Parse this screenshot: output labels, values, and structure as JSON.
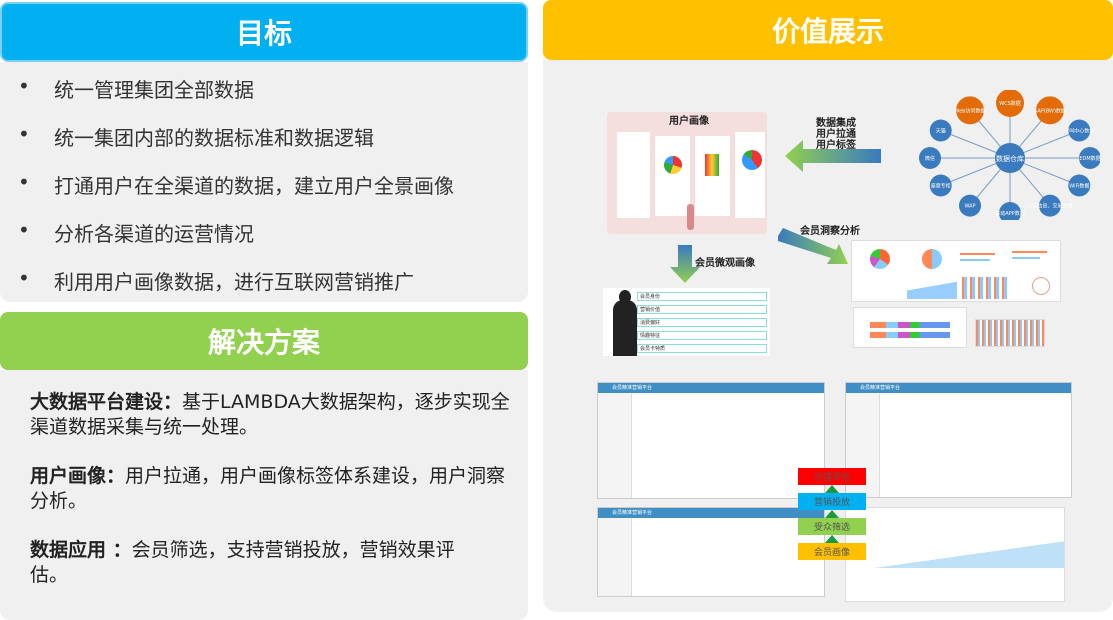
{
  "goal": {
    "title": "目标",
    "color": "#00b0f0",
    "bullets": [
      "统一管理集团全部数据",
      "统一集团内部的数据标准和数据逻辑",
      "打通用户在全渠道的数据，建立用户全景画像",
      "分析各渠道的运营情况",
      "利用用户画像数据，进行互联网营销推广"
    ]
  },
  "solution": {
    "title": "解决方案",
    "color": "#92d050",
    "items": [
      {
        "head": "大数据平台建设：",
        "body": "基于LAMBDA大数据架构，逐步实现全渠道数据采集与统一处理。"
      },
      {
        "head": "用户画像：",
        "body": "用户拉通，用户画像标签体系建设，用户洞察分析。"
      },
      {
        "head": "数据应用 ：",
        "body": "会员筛选，支持营销投放，营销效果评估。"
      }
    ]
  },
  "value": {
    "title": "价值展示",
    "color": "#ffc000",
    "portrait_title": "用户画像",
    "integration_label": [
      "数据集成",
      "用户拉通",
      "用户标签"
    ],
    "insight_label": "会员洞察分析",
    "micro_label": "会员微观画像",
    "hub": "数据仓库",
    "nodes": [
      {
        "t": "Web访问数据",
        "c": "#e36c09"
      },
      {
        "t": "WCS数据",
        "c": "#e36c09"
      },
      {
        "t": "SAP(BW)数据",
        "c": "#e36c09"
      },
      {
        "t": "呼叫中心数据",
        "c": "#3a7abf"
      },
      {
        "t": "EDM数据",
        "c": "#3a7abf"
      },
      {
        "t": "WiFi数据",
        "c": "#3a7abf"
      },
      {
        "t": "门店信息、交易数据",
        "c": "#3a7abf"
      },
      {
        "t": "移动APP数据",
        "c": "#3a7abf"
      },
      {
        "t": "WAP",
        "c": "#3a7abf"
      },
      {
        "t": "座席专柜",
        "c": "#3a7abf"
      },
      {
        "t": "微信",
        "c": "#3a7abf"
      },
      {
        "t": "天猫",
        "c": "#3a7abf"
      }
    ],
    "micro_rows": [
      "会员身份",
      "营销价值",
      "消费偏好",
      "情趣特征",
      "会员卡特质"
    ],
    "platform_title": "会员精准营销平台",
    "stack": [
      {
        "t": "价值评估",
        "c": "#ff0000"
      },
      {
        "t": "营销投放",
        "c": "#00b0f0"
      },
      {
        "t": "受众筛选",
        "c": "#92d050"
      },
      {
        "t": "会员画像",
        "c": "#ffc000"
      }
    ]
  }
}
